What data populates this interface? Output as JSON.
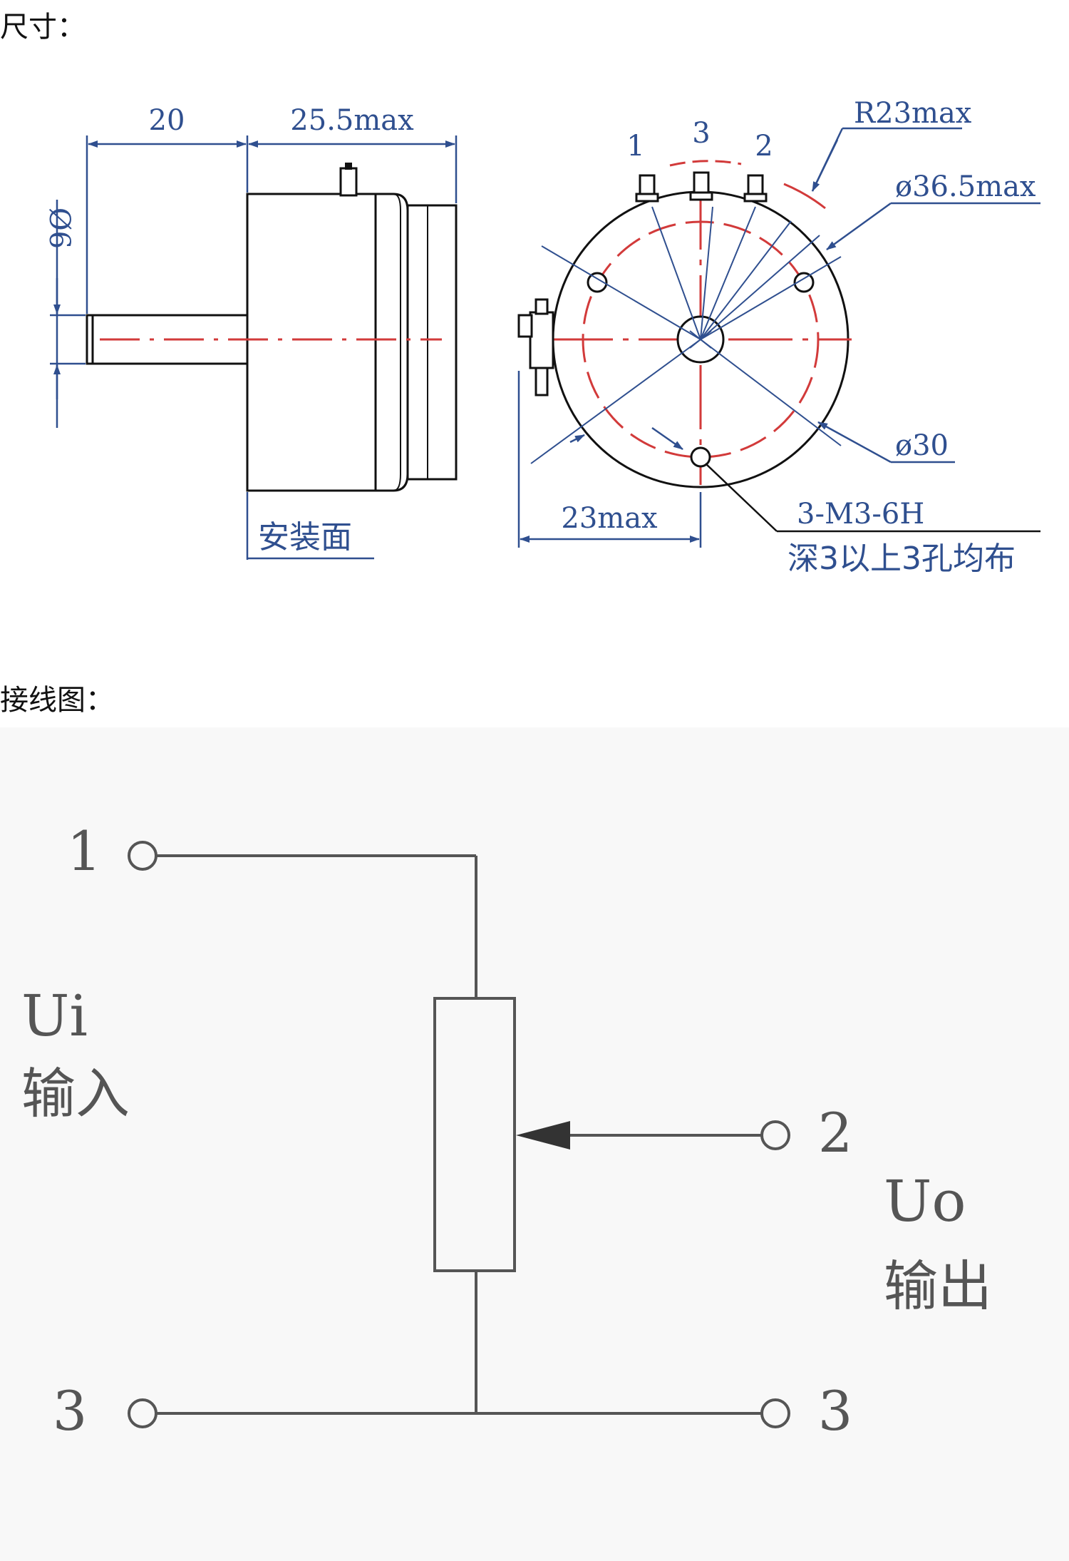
{
  "headings": {
    "dimensions": "尺寸：",
    "wiring": "接线图："
  },
  "dimension_drawing": {
    "shaft_length": "20",
    "body_length": "25.5max",
    "shaft_diameter": "Ø6",
    "mounting_face": "安装面",
    "terminal_labels": [
      "1",
      "3",
      "2"
    ],
    "radius_max": "R23max",
    "outer_diameter": "ø36.5max",
    "hole_circle_diameter": "ø30",
    "offset_max": "23max",
    "thread_spec": "3-M3-6H",
    "thread_note": "深3以上3孔均布"
  },
  "wiring_diagram": {
    "terminal_1": "1",
    "terminal_3_input": "3",
    "terminal_2": "2",
    "terminal_3_output": "3",
    "input_symbol": "Ui",
    "input_label": "输入",
    "output_symbol": "Uo",
    "output_label": "输出"
  },
  "colors": {
    "dimension_line": "#2f4f8f",
    "outline": "#111111",
    "center_line": "#d23a3a",
    "wiring_line": "#555555",
    "wiring_background": "#f8f8f8"
  }
}
